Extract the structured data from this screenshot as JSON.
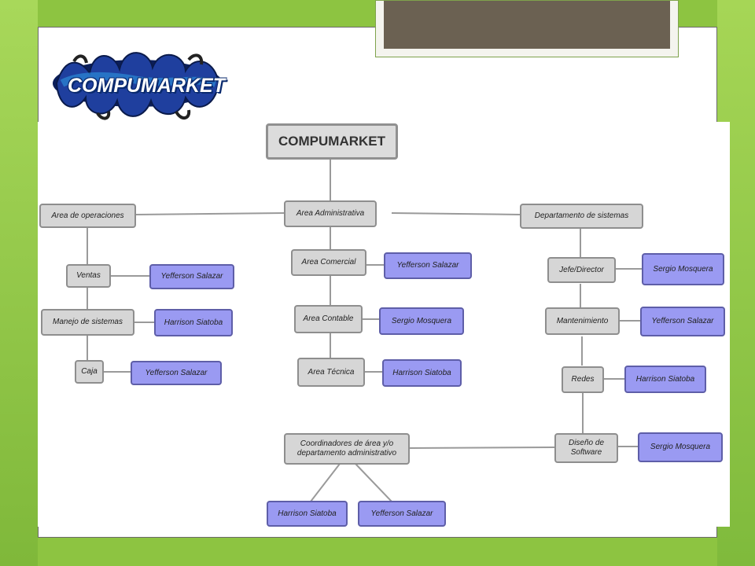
{
  "logo": {
    "text": "COMPUMARKET"
  },
  "org": {
    "root": "COMPUMARKET",
    "admin": "Area Administrativa",
    "ops": "Area de operaciones",
    "sys": "Departamento de sistemas",
    "ventas": "Ventas",
    "ventas_p": "Yefferson Salazar",
    "manejo": "Manejo de sistemas",
    "manejo_p": "Harrison Siatoba",
    "caja": "Caja",
    "caja_p": "Yefferson Salazar",
    "comercial": "Area Comercial",
    "comercial_p": "Yefferson Salazar",
    "contable": "Area Contable",
    "contable_p": "Sergio Mosquera",
    "tecnica": "Area Técnica",
    "tecnica_p": "Harrison Siatoba",
    "jefe": "Jefe/Director",
    "jefe_p": "Sergio Mosquera",
    "mant": "Mantenimiento",
    "mant_p": "Yefferson Salazar",
    "redes": "Redes",
    "redes_p": "Harrison Siatoba",
    "diseno": "Diseño de Software",
    "diseno_p": "Sergio Mosquera",
    "coord": "Coordinadores de área y/o departamento administrativo",
    "coord_p1": "Harrison Siatoba",
    "coord_p2": "Yefferson Salazar"
  }
}
